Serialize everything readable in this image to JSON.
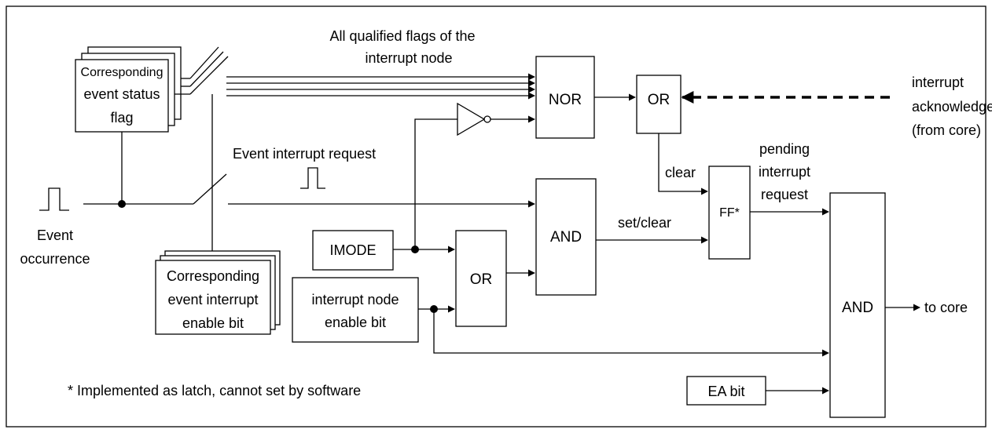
{
  "labels": {
    "all_flags_1": "All qualified flags of the",
    "all_flags_2": "interrupt node",
    "ack_1": "interrupt",
    "ack_2": "acknowledge",
    "ack_3": "(from core)",
    "pending_1": "pending",
    "pending_2": "interrupt",
    "pending_3": "request",
    "event_req": "Event interrupt  request",
    "clear": "clear",
    "set_clear": "set/clear",
    "event_1": "Event",
    "event_2": "occurrence",
    "to_core": "to core",
    "footnote": "* Implemented as latch, cannot set by software"
  },
  "blocks": {
    "status_flag_1": "Corresponding",
    "status_flag_2": "event status",
    "status_flag_3": "flag",
    "enable_bit_1": "Corresponding",
    "enable_bit_2": "event interrupt",
    "enable_bit_3": "enable bit",
    "nor": "NOR",
    "or_top": "OR",
    "and_mid": "AND",
    "ff": "FF*",
    "imode": "IMODE",
    "or_mid": "OR",
    "node_enable_1": "interrupt node",
    "node_enable_2": "enable bit",
    "and_out": "AND",
    "ea": "EA bit"
  }
}
